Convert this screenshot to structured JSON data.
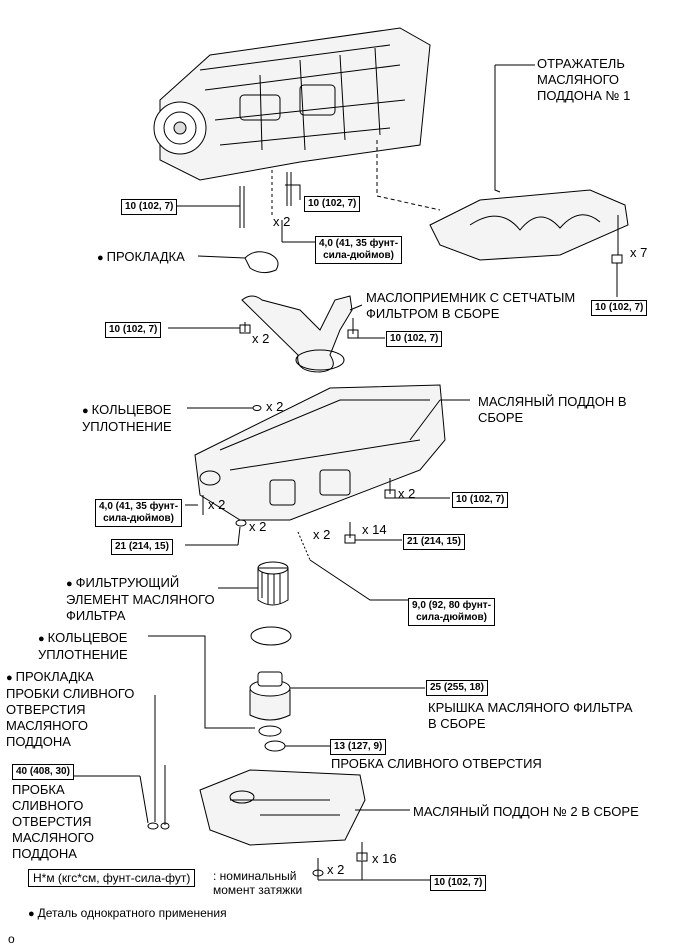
{
  "labels": {
    "baffle": "ОТРАЖАТЕЛЬ\nМАСЛЯНОГО\nПОДДОНА № 1",
    "gasket": "ПРОКЛАДКА",
    "strainer": "МАСЛОПРИЕМНИК С СЕТЧАТЫМ\nФИЛЬТРОМ В СБОРЕ",
    "oring1": "КОЛЬЦЕВОЕ\nУПЛОТНЕНИЕ",
    "oil_pan": "МАСЛЯНЫЙ ПОДДОН В\nСБОРЕ",
    "filter_element": "ФИЛЬТРУЮЩИЙ\nЭЛЕМЕНТ МАСЛЯНОГО\nФИЛЬТРА",
    "oring2": "КОЛЬЦЕВОЕ\nУПЛОТНЕНИЕ",
    "drain_gasket": "ПРОКЛАДКА\nПРОБКИ СЛИВНОГО\nОТВЕРСТИЯ\nМАСЛЯНОГО\nПОДДОНА",
    "filter_cap": "КРЫШКА МАСЛЯНОГО ФИЛЬТРА\nВ СБОРЕ",
    "drain_plug": "ПРОБКА СЛИВНОГО ОТВЕРСТИЯ",
    "drain_plug2": "ПРОБКА\nСЛИВНОГО\nОТВЕРСТИЯ\nМАСЛЯНОГО\nПОДДОНА",
    "oil_pan2": "МАСЛЯНЫЙ ПОДДОН № 2 В СБОРЕ"
  },
  "torques": {
    "t10_a": "10 (102, 7)",
    "t10_b": "10 (102, 7)",
    "t4_a": "4,0 (41, 35 фунт-\nсила-дюймов)",
    "t10_c": "10 (102, 7)",
    "t10_d": "10 (102, 7)",
    "t10_e": "10 (102, 7)",
    "t4_b": "4,0 (41, 35 фунт-\nсила-дюймов)",
    "t10_f": "10 (102, 7)",
    "t21_a": "21 (214, 15)",
    "t21_b": "21 (214, 15)",
    "t9": "9,0 (92, 80 фунт-\nсила-дюймов)",
    "t25": "25 (255, 18)",
    "t13": "13 (127, 9)",
    "t40": "40 (408, 30)",
    "t10_g": "10 (102, 7)"
  },
  "counts": {
    "c_x2_a": "x 2",
    "c_x7": "x 7",
    "c_x2_b": "x 2",
    "c_x2_c": "x 2",
    "c_x2_d": "x 2",
    "c_x2_e": "x 2",
    "c_x2_f": "x 2",
    "c_x14": "x 14",
    "c_x2_g": "x 2",
    "c_x16": "x 16",
    "c_x2_h": "x 2"
  },
  "legend": {
    "unit": "Н*м (кгс*см, фунт-сила-фут)",
    "unit_desc": ": номинальный\nмомент затяжки",
    "single_use": "Деталь однократного применения",
    "footer_mark": "o"
  }
}
